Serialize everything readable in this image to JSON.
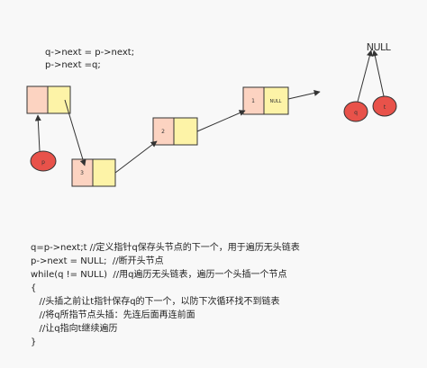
{
  "top_code": [
    "q->next = p->next;",
    "p->next =q;"
  ],
  "diagram": {
    "nodes": [
      {
        "id": "head",
        "data": "",
        "next": ""
      },
      {
        "id": "n3",
        "data": "3",
        "next": ""
      },
      {
        "id": "n2",
        "data": "2",
        "next": ""
      },
      {
        "id": "n1",
        "data": "1",
        "next": "NULL"
      }
    ],
    "pointers": [
      {
        "id": "p",
        "label": "p"
      },
      {
        "id": "q",
        "label": "q"
      },
      {
        "id": "t",
        "label": "t"
      }
    ],
    "null_label": "NULL"
  },
  "bottom_code": [
    "q=p->next;t //定义指针q保存头节点的下一个，用于遍历无头链表",
    "p->next = NULL;  //断开头节点",
    "while(q != NULL)  //用q遍历无头链表，遍历一个头插一个节点",
    "{",
    "   //头插之前让t指针保存q的下一个，以防下次循环找不到链表",
    "   //将q所指节点头插：先连后面再连前面",
    "   //让q指向t继续遍历",
    "}"
  ],
  "colors": {
    "node_data": "#fcd3c1",
    "node_next": "#fdf3a7",
    "pointer_fill": "#e8524a",
    "stroke": "#333333"
  }
}
